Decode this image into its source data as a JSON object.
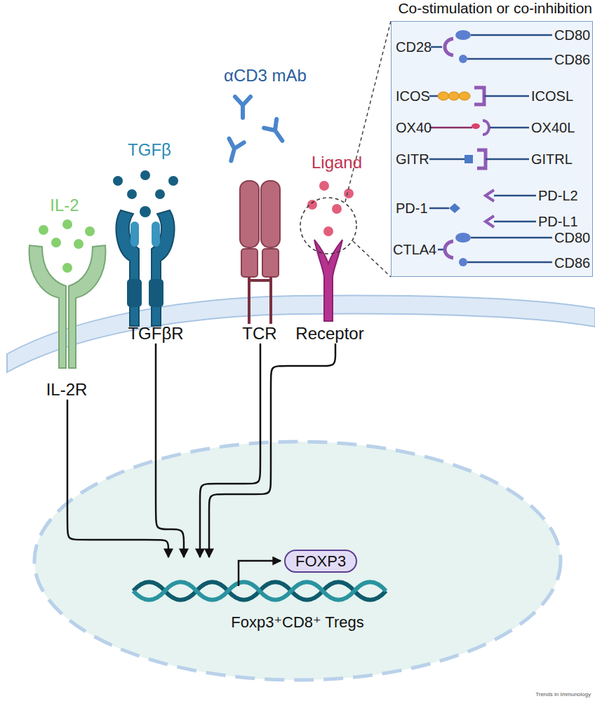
{
  "diagram": {
    "nodes": [
      {
        "text": [
          "Co-stimulation or co-inhibition"
        ]
      },
      {
        "text": [
          "IL-2R"
        ]
      },
      {
        "text": [
          "TGFβR"
        ]
      },
      {
        "text": [
          "TCR"
        ]
      },
      {
        "text": [
          "Receptor"
        ]
      },
      {
        "text": [
          "FOXP3"
        ]
      }
    ],
    "edges": [
      {
        "from": 1,
        "to": 5,
        "arrow": "to"
      },
      {
        "from": 2,
        "to": 5,
        "arrow": "to"
      },
      {
        "from": 3,
        "to": 5,
        "arrow": "to"
      },
      {
        "from": 4,
        "to": 5,
        "arrow": "to"
      }
    ],
    "labels": [
      "IL-2",
      "TGFβ",
      "αCD3 mAb",
      "Ligand",
      "CD28",
      "CD80",
      "CD86",
      "ICOS",
      "ICOSL",
      "OX40",
      "OX40L",
      "GITR",
      "GITRL",
      "PD-1",
      "PD-L2",
      "PD-L1",
      "CTLA4",
      "CD80",
      "CD86",
      "Foxp3⁺CD8⁺ Tregs",
      "Trends in Immunology"
    ]
  }
}
